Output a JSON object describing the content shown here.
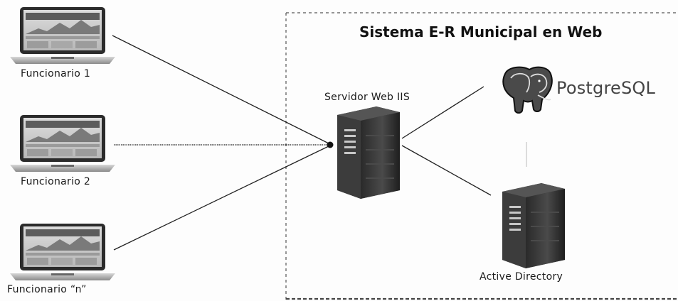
{
  "diagram": {
    "title": "Sistema E-R Municipal en Web",
    "clients": [
      {
        "label": "Funcionario 1"
      },
      {
        "label": "Funcionario 2"
      },
      {
        "label": "Funcionario “n”"
      }
    ],
    "server": {
      "label": "Servidor Web IIS"
    },
    "database": {
      "label": "PostgreSQL",
      "icon": "elephant-icon"
    },
    "directory": {
      "label": "Active Directory"
    }
  }
}
